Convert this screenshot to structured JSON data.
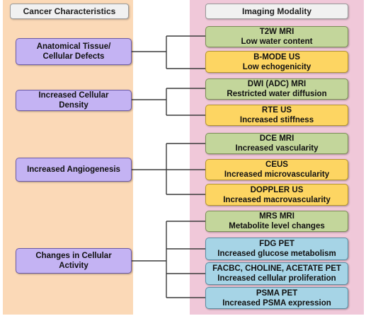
{
  "headers": {
    "left": "Cancer Characteristics",
    "right": "Imaging Modality"
  },
  "characteristics": [
    {
      "lines": [
        "Anatomical Tissue/",
        "Cellular Defects"
      ]
    },
    {
      "lines": [
        "Increased Cellular",
        "Density"
      ]
    },
    {
      "lines": [
        "Increased Angiogenesis"
      ]
    },
    {
      "lines": [
        "Changes in Cellular",
        "Activity"
      ]
    }
  ],
  "modalities": [
    {
      "name": "T2W MRI",
      "finding": "Low water content",
      "color": "#c3d69b"
    },
    {
      "name": "B-MODE US",
      "finding": "Low echogenicity",
      "color": "#fdd562"
    },
    {
      "name": "DWI (ADC) MRI",
      "finding": "Restricted water diffusion",
      "color": "#c3d69b"
    },
    {
      "name": "RTE US",
      "finding": "Increased stiffness",
      "color": "#fdd562"
    },
    {
      "name": "DCE MRI",
      "finding": "Increased vascularity",
      "color": "#c3d69b"
    },
    {
      "name": "CEUS",
      "finding": "Increased microvascularity",
      "color": "#fdd562"
    },
    {
      "name": "DOPPLER US",
      "finding": "Increased macrovascularity",
      "color": "#fdd562"
    },
    {
      "name": "MRS MRI",
      "finding": "Metabolite level changes",
      "color": "#c3d69b"
    },
    {
      "name": "FDG PET",
      "finding": "Increased glucose metabolism",
      "color": "#a6d4e6"
    },
    {
      "name": "FACBC, CHOLINE, ACETATE PET",
      "finding": "Increased cellular proliferation",
      "color": "#a6d4e6"
    },
    {
      "name": "PSMA PET",
      "finding": "Increased PSMA expression",
      "color": "#a6d4e6"
    }
  ]
}
